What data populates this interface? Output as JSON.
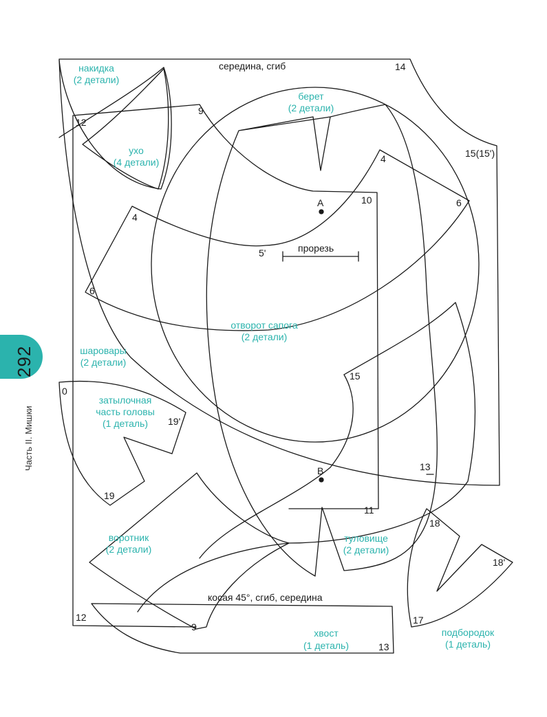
{
  "page": {
    "number": "292",
    "side_title": "Часть II. Мишки"
  },
  "colors": {
    "accent": "#2bb3ad",
    "line": "#1a1a1a",
    "label": "#1a1a1a",
    "piece_label": "#2bb3ad"
  },
  "pieces": {
    "nakidka": [
      "накидка",
      "(2 детали)"
    ],
    "ukho": [
      "ухо",
      "(4 детали)"
    ],
    "beret": [
      "берет",
      "(2 детали)"
    ],
    "otvorot": [
      "отворот сапога",
      "(2 детали)"
    ],
    "sharovary": [
      "шаровары",
      "(2 детали)"
    ],
    "zatylochnaya": [
      "затылочная",
      "часть головы",
      "(1 деталь)"
    ],
    "vorotnik": [
      "воротник",
      "(2 детали)"
    ],
    "tulovishche": [
      "туловище",
      "(2 детали)"
    ],
    "podborodok": [
      "подбородок",
      "(1 деталь)"
    ],
    "khvost": [
      "хвост",
      "(1 деталь)"
    ]
  },
  "notes": {
    "top_fold": "середина, сгиб",
    "bias_fold": "косая 45°, сгиб, середина",
    "slit": "прорезь"
  },
  "points": {
    "p14": "14",
    "p12_top": "12",
    "p9_top": "9",
    "p15_15": "15(15')",
    "p4_left": "4",
    "p4_right": "4",
    "p6_left": "6",
    "p6_right": "6",
    "p10": "10",
    "pA": "A",
    "p5": "5'",
    "p0": "0",
    "p19": "19",
    "p19p": "19'",
    "p15": "15",
    "p13": "13",
    "pB": "B",
    "p11": "11",
    "p18": "18",
    "p18p": "18'",
    "p17": "17",
    "p12_bottom": "12",
    "p9_bottom": "9",
    "p13_bottom": "13"
  }
}
